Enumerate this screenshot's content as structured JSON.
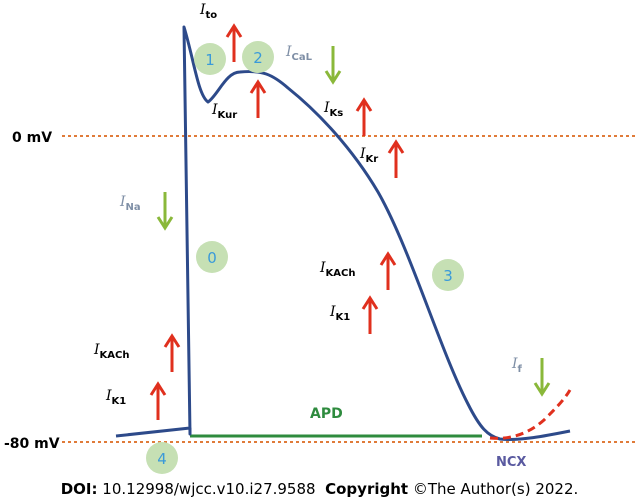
{
  "axis_labels": {
    "top": "0 mV",
    "bottom": "-80 mV"
  },
  "currents": {
    "ito": {
      "main": "I",
      "sub": "to"
    },
    "ikur": {
      "main": "I",
      "sub": "Kur"
    },
    "ical": {
      "main": "I",
      "sub": "CaL"
    },
    "iks": {
      "main": "I",
      "sub": "Ks"
    },
    "ikr": {
      "main": "I",
      "sub": "Kr"
    },
    "ina": {
      "main": "I",
      "sub": "Na"
    },
    "ikach_mid": {
      "main": "I",
      "sub": "KACh"
    },
    "ik1_mid": {
      "main": "I",
      "sub": "K1"
    },
    "ikach_left": {
      "main": "I",
      "sub": "KACh"
    },
    "ik1_left": {
      "main": "I",
      "sub": "K1"
    },
    "if": {
      "main": "I",
      "sub": "f"
    }
  },
  "phases": [
    "0",
    "1",
    "2",
    "3",
    "4"
  ],
  "apd_label": "APD",
  "ncx_label": "NCX",
  "footer": {
    "doi_label": "DOI:",
    "doi": "10.12998/wjcc.v10.i27.9588",
    "copyright_label": "Copyright",
    "copyright_text": "©The Author(s) 2022."
  },
  "colors": {
    "curve": "#2d4a8a",
    "dotted": "#e07b39",
    "outward_arrow": "#e0301e",
    "inward_arrow": "#8ab83a",
    "phase_circle": "#c6e0b4",
    "phase_text": "#3a9ad9",
    "apd_bar": "#2e8b3e",
    "ncx_text": "#5a5aa0",
    "gray_label": "#7f8fa6"
  }
}
